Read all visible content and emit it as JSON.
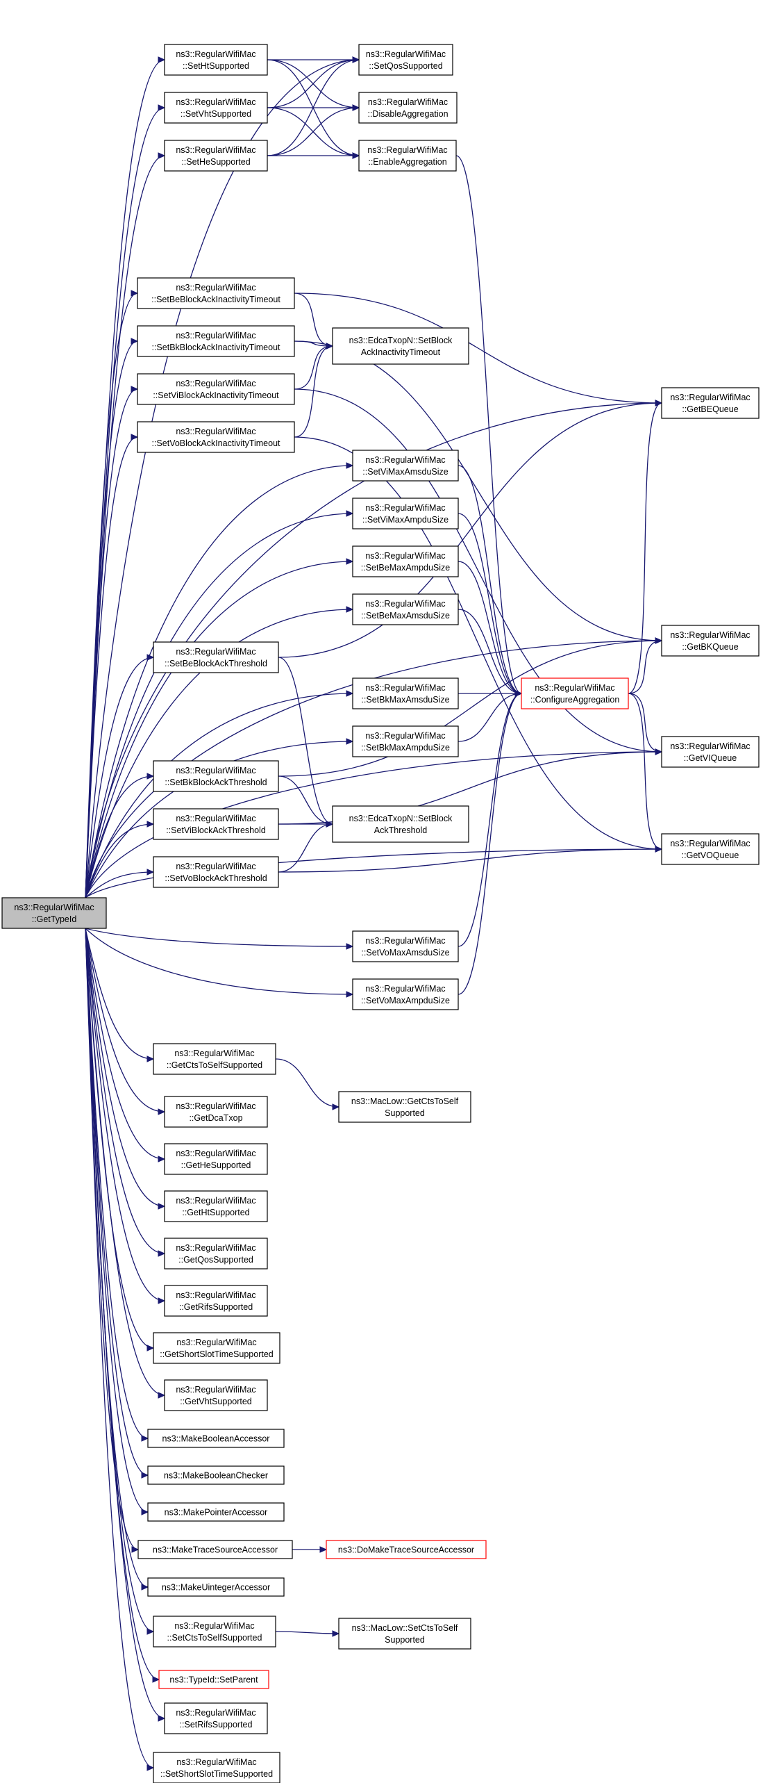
{
  "diagram": {
    "colors": {
      "edge": "#191970",
      "node_border": "#000000",
      "truncated_border": "#ff0000",
      "root_fill": "#bfbfbf",
      "node_fill": "#ffffff"
    },
    "nodes": [
      {
        "id": "root",
        "lines": [
          "ns3::RegularWifiMac",
          "::GetTypeId"
        ],
        "style": "root"
      },
      {
        "id": "setHt",
        "lines": [
          "ns3::RegularWifiMac",
          "::SetHtSupported"
        ]
      },
      {
        "id": "setVht",
        "lines": [
          "ns3::RegularWifiMac",
          "::SetVhtSupported"
        ]
      },
      {
        "id": "setHe",
        "lines": [
          "ns3::RegularWifiMac",
          "::SetHeSupported"
        ]
      },
      {
        "id": "setQos",
        "lines": [
          "ns3::RegularWifiMac",
          "::SetQosSupported"
        ]
      },
      {
        "id": "disableAgg",
        "lines": [
          "ns3::RegularWifiMac",
          "::DisableAggregation"
        ]
      },
      {
        "id": "enableAgg",
        "lines": [
          "ns3::RegularWifiMac",
          "::EnableAggregation"
        ]
      },
      {
        "id": "setBeBAIT",
        "lines": [
          "ns3::RegularWifiMac",
          "::SetBeBlockAckInactivityTimeout"
        ]
      },
      {
        "id": "setBkBAIT",
        "lines": [
          "ns3::RegularWifiMac",
          "::SetBkBlockAckInactivityTimeout"
        ]
      },
      {
        "id": "setViBAIT",
        "lines": [
          "ns3::RegularWifiMac",
          "::SetViBlockAckInactivityTimeout"
        ]
      },
      {
        "id": "setVoBAIT",
        "lines": [
          "ns3::RegularWifiMac",
          "::SetVoBlockAckInactivityTimeout"
        ]
      },
      {
        "id": "edcaBAIT",
        "lines": [
          "ns3::EdcaTxopN::SetBlock",
          "AckInactivityTimeout"
        ]
      },
      {
        "id": "getBE",
        "lines": [
          "ns3::RegularWifiMac",
          "::GetBEQueue"
        ]
      },
      {
        "id": "setViAmsdu",
        "lines": [
          "ns3::RegularWifiMac",
          "::SetViMaxAmsduSize"
        ]
      },
      {
        "id": "setViAmpdu",
        "lines": [
          "ns3::RegularWifiMac",
          "::SetViMaxAmpduSize"
        ]
      },
      {
        "id": "setBeAmpdu",
        "lines": [
          "ns3::RegularWifiMac",
          "::SetBeMaxAmpduSize"
        ]
      },
      {
        "id": "setBeAmsdu",
        "lines": [
          "ns3::RegularWifiMac",
          "::SetBeMaxAmsduSize"
        ]
      },
      {
        "id": "setBeBAT",
        "lines": [
          "ns3::RegularWifiMac",
          "::SetBeBlockAckThreshold"
        ]
      },
      {
        "id": "getBK",
        "lines": [
          "ns3::RegularWifiMac",
          "::GetBKQueue"
        ]
      },
      {
        "id": "setBkAmsdu",
        "lines": [
          "ns3::RegularWifiMac",
          "::SetBkMaxAmsduSize"
        ]
      },
      {
        "id": "configAgg",
        "lines": [
          "ns3::RegularWifiMac",
          "::ConfigureAggregation"
        ],
        "style": "truncated"
      },
      {
        "id": "setBkAmpdu",
        "lines": [
          "ns3::RegularWifiMac",
          "::SetBkMaxAmpduSize"
        ]
      },
      {
        "id": "getVI",
        "lines": [
          "ns3::RegularWifiMac",
          "::GetVIQueue"
        ]
      },
      {
        "id": "setBkBAT",
        "lines": [
          "ns3::RegularWifiMac",
          "::SetBkBlockAckThreshold"
        ]
      },
      {
        "id": "setViBAT",
        "lines": [
          "ns3::RegularWifiMac",
          "::SetViBlockAckThreshold"
        ]
      },
      {
        "id": "edcaBAT",
        "lines": [
          "ns3::EdcaTxopN::SetBlock",
          "AckThreshold"
        ]
      },
      {
        "id": "setVoBAT",
        "lines": [
          "ns3::RegularWifiMac",
          "::SetVoBlockAckThreshold"
        ]
      },
      {
        "id": "getVO",
        "lines": [
          "ns3::RegularWifiMac",
          "::GetVOQueue"
        ]
      },
      {
        "id": "setVoAmsdu",
        "lines": [
          "ns3::RegularWifiMac",
          "::SetVoMaxAmsduSize"
        ]
      },
      {
        "id": "setVoAmpdu",
        "lines": [
          "ns3::RegularWifiMac",
          "::SetVoMaxAmpduSize"
        ]
      },
      {
        "id": "getCts",
        "lines": [
          "ns3::RegularWifiMac",
          "::GetCtsToSelfSupported"
        ]
      },
      {
        "id": "macLowGetCts",
        "lines": [
          "ns3::MacLow::GetCtsToSelf",
          "Supported"
        ]
      },
      {
        "id": "getDca",
        "lines": [
          "ns3::RegularWifiMac",
          "::GetDcaTxop"
        ]
      },
      {
        "id": "getHe",
        "lines": [
          "ns3::RegularWifiMac",
          "::GetHeSupported"
        ]
      },
      {
        "id": "getHt",
        "lines": [
          "ns3::RegularWifiMac",
          "::GetHtSupported"
        ]
      },
      {
        "id": "getQos",
        "lines": [
          "ns3::RegularWifiMac",
          "::GetQosSupported"
        ]
      },
      {
        "id": "getRifs",
        "lines": [
          "ns3::RegularWifiMac",
          "::GetRifsSupported"
        ]
      },
      {
        "id": "getShortSlot",
        "lines": [
          "ns3::RegularWifiMac",
          "::GetShortSlotTimeSupported"
        ]
      },
      {
        "id": "getVht",
        "lines": [
          "ns3::RegularWifiMac",
          "::GetVhtSupported"
        ]
      },
      {
        "id": "makeBoolAcc",
        "lines": [
          "ns3::MakeBooleanAccessor"
        ]
      },
      {
        "id": "makeBoolChk",
        "lines": [
          "ns3::MakeBooleanChecker"
        ]
      },
      {
        "id": "makePtrAcc",
        "lines": [
          "ns3::MakePointerAccessor"
        ]
      },
      {
        "id": "makeTraceAcc",
        "lines": [
          "ns3::MakeTraceSourceAccessor"
        ]
      },
      {
        "id": "doMakeTrace",
        "lines": [
          "ns3::DoMakeTraceSourceAccessor"
        ],
        "style": "truncated"
      },
      {
        "id": "makeUintAcc",
        "lines": [
          "ns3::MakeUintegerAccessor"
        ]
      },
      {
        "id": "setCts",
        "lines": [
          "ns3::RegularWifiMac",
          "::SetCtsToSelfSupported"
        ]
      },
      {
        "id": "macLowSetCts",
        "lines": [
          "ns3::MacLow::SetCtsToSelf",
          "Supported"
        ]
      },
      {
        "id": "setParent",
        "lines": [
          "ns3::TypeId::SetParent"
        ],
        "style": "truncated"
      },
      {
        "id": "setRifs",
        "lines": [
          "ns3::RegularWifiMac",
          "::SetRifsSupported"
        ]
      },
      {
        "id": "setShortSlot",
        "lines": [
          "ns3::RegularWifiMac",
          "::SetShortSlotTimeSupported"
        ]
      }
    ],
    "edges": [
      [
        "root",
        "setHt"
      ],
      [
        "root",
        "setVht"
      ],
      [
        "root",
        "setHe"
      ],
      [
        "root",
        "setQos"
      ],
      [
        "root",
        "setBeBAIT"
      ],
      [
        "root",
        "setBkBAIT"
      ],
      [
        "root",
        "setViBAIT"
      ],
      [
        "root",
        "setVoBAIT"
      ],
      [
        "root",
        "getBE"
      ],
      [
        "root",
        "getBK"
      ],
      [
        "root",
        "setViAmsdu"
      ],
      [
        "root",
        "setViAmpdu"
      ],
      [
        "root",
        "setBeAmpdu"
      ],
      [
        "root",
        "setBeAmsdu"
      ],
      [
        "root",
        "setBeBAT"
      ],
      [
        "root",
        "setBkAmsdu"
      ],
      [
        "root",
        "setBkAmpdu"
      ],
      [
        "root",
        "setBkBAT"
      ],
      [
        "root",
        "setViBAT"
      ],
      [
        "root",
        "setVoBAT"
      ],
      [
        "root",
        "setVoAmsdu"
      ],
      [
        "root",
        "setVoAmpdu"
      ],
      [
        "root",
        "getVI"
      ],
      [
        "root",
        "getVO"
      ],
      [
        "root",
        "getCts"
      ],
      [
        "root",
        "getDca"
      ],
      [
        "root",
        "getHe"
      ],
      [
        "root",
        "getHt"
      ],
      [
        "root",
        "getQos"
      ],
      [
        "root",
        "getRifs"
      ],
      [
        "root",
        "getShortSlot"
      ],
      [
        "root",
        "getVht"
      ],
      [
        "root",
        "makeBoolAcc"
      ],
      [
        "root",
        "makeBoolChk"
      ],
      [
        "root",
        "makePtrAcc"
      ],
      [
        "root",
        "makeTraceAcc"
      ],
      [
        "root",
        "makeUintAcc"
      ],
      [
        "root",
        "setCts"
      ],
      [
        "root",
        "setParent"
      ],
      [
        "root",
        "setRifs"
      ],
      [
        "root",
        "setShortSlot"
      ],
      [
        "setHt",
        "setQos"
      ],
      [
        "setHt",
        "disableAgg"
      ],
      [
        "setHt",
        "enableAgg"
      ],
      [
        "setVht",
        "setQos"
      ],
      [
        "setVht",
        "disableAgg"
      ],
      [
        "setVht",
        "enableAgg"
      ],
      [
        "setHe",
        "setQos"
      ],
      [
        "setHe",
        "disableAgg"
      ],
      [
        "setHe",
        "enableAgg"
      ],
      [
        "enableAgg",
        "configAgg"
      ],
      [
        "setBeBAIT",
        "edcaBAIT"
      ],
      [
        "setBeBAIT",
        "getBE"
      ],
      [
        "setBkBAIT",
        "edcaBAIT"
      ],
      [
        "setBkBAIT",
        "getBK"
      ],
      [
        "setViBAIT",
        "edcaBAIT"
      ],
      [
        "setViBAIT",
        "getVI"
      ],
      [
        "setVoBAIT",
        "edcaBAIT"
      ],
      [
        "setVoBAIT",
        "getVO"
      ],
      [
        "setViAmsdu",
        "configAgg"
      ],
      [
        "setViAmpdu",
        "configAgg"
      ],
      [
        "setBeAmpdu",
        "configAgg"
      ],
      [
        "setBeAmsdu",
        "configAgg"
      ],
      [
        "setBkAmsdu",
        "configAgg"
      ],
      [
        "setBkAmpdu",
        "configAgg"
      ],
      [
        "setVoAmsdu",
        "configAgg"
      ],
      [
        "setVoAmpdu",
        "configAgg"
      ],
      [
        "setBeBAT",
        "getBE"
      ],
      [
        "setBeBAT",
        "edcaBAT"
      ],
      [
        "setBkBAT",
        "getBK"
      ],
      [
        "setBkBAT",
        "edcaBAT"
      ],
      [
        "setViBAT",
        "edcaBAT"
      ],
      [
        "setViBAT",
        "getVI"
      ],
      [
        "setVoBAT",
        "edcaBAT"
      ],
      [
        "setVoBAT",
        "getVO"
      ],
      [
        "configAgg",
        "getBE"
      ],
      [
        "configAgg",
        "getBK"
      ],
      [
        "configAgg",
        "getVI"
      ],
      [
        "configAgg",
        "getVO"
      ],
      [
        "getCts",
        "macLowGetCts"
      ],
      [
        "makeTraceAcc",
        "doMakeTrace"
      ],
      [
        "setCts",
        "macLowSetCts"
      ]
    ]
  }
}
